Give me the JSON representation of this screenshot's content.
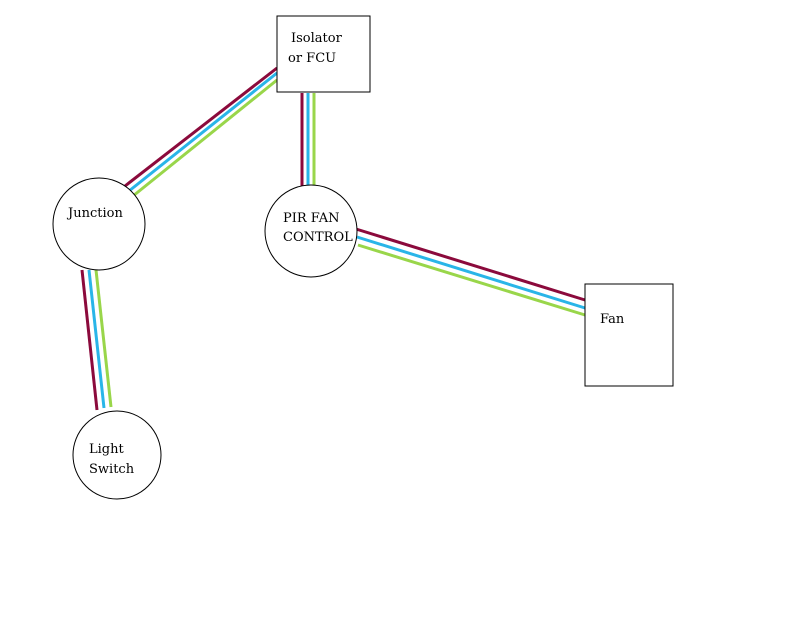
{
  "colors": {
    "live": "#8b0a3c",
    "neutral": "#29b5e8",
    "earth": "#99d64a",
    "outline": "#000000",
    "background": "#ffffff"
  },
  "nodes": {
    "isolator": {
      "line1": "Isolator",
      "line2": "or FCU"
    },
    "junction": {
      "line1": "Junction"
    },
    "pir": {
      "line1": "PIR FAN",
      "line2": "CONTROL"
    },
    "fan": {
      "line1": "Fan"
    },
    "light_switch": {
      "line1": "Light",
      "line2": "Switch"
    }
  }
}
